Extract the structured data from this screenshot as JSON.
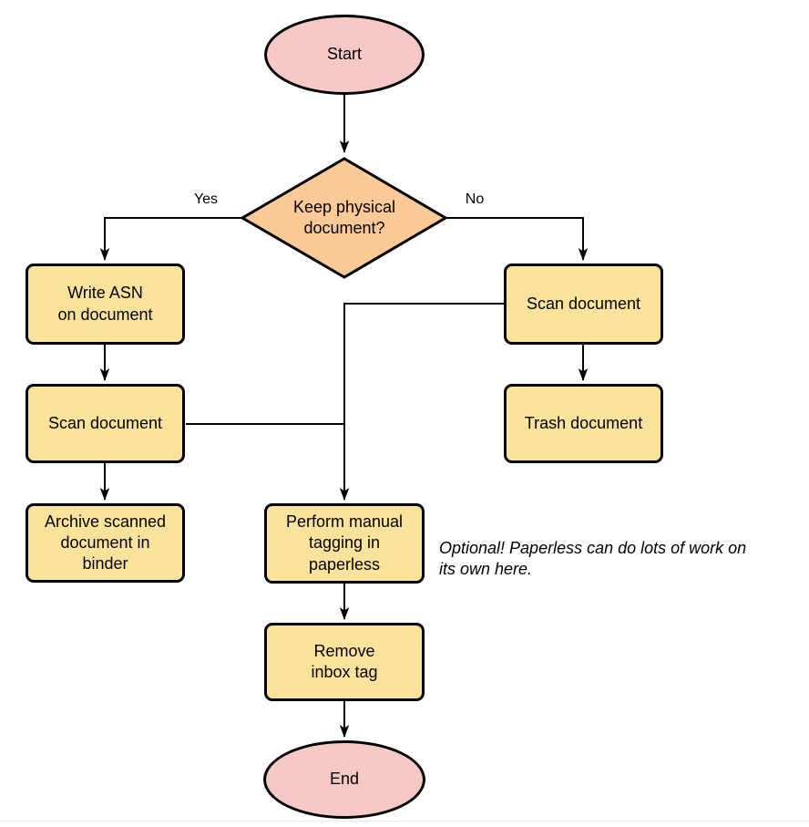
{
  "colors": {
    "terminal_fill": "#f6c9c7",
    "decision_fill": "#fcc997",
    "process_fill": "#fbe39c",
    "shape_border": "#000000",
    "connector": "#000000",
    "footer_line": "#e9ecef"
  },
  "nodes": {
    "start": {
      "label": "Start",
      "type": "terminal"
    },
    "decision": {
      "label": "Keep physical\ndocument?",
      "type": "decision"
    },
    "write_asn": {
      "label": "Write ASN\non document",
      "type": "process"
    },
    "scan_left": {
      "label": "Scan document",
      "type": "process"
    },
    "archive": {
      "label": "Archive scanned\ndocument in\nbinder",
      "type": "process"
    },
    "scan_right": {
      "label": "Scan document",
      "type": "process"
    },
    "trash": {
      "label": "Trash document",
      "type": "process"
    },
    "tagging": {
      "label": "Perform manual\ntagging in\npaperless",
      "type": "process"
    },
    "remove_inbox_tag": {
      "label": "Remove\ninbox tag",
      "type": "process"
    },
    "end": {
      "label": "End",
      "type": "terminal"
    }
  },
  "edge_labels": {
    "yes": "Yes",
    "no": "No"
  },
  "note": {
    "text": "Optional! Paperless can do lots of work on\nits own here."
  }
}
